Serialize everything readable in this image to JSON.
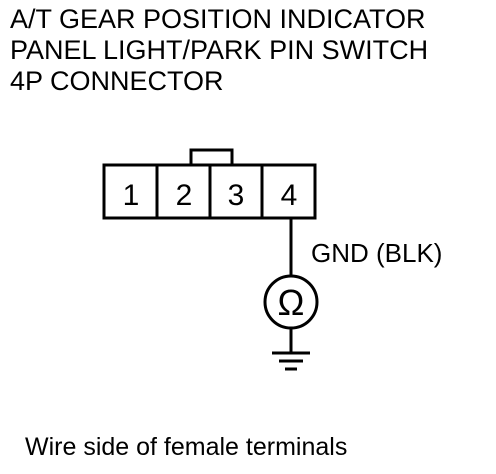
{
  "title": {
    "line1": "A/T GEAR POSITION INDICATOR",
    "line2": "PANEL LIGHT/PARK PIN SWITCH",
    "line3": "4P CONNECTOR"
  },
  "connector": {
    "terminals": [
      "1",
      "2",
      "3",
      "4"
    ]
  },
  "labels": {
    "ground_wire": "GND (BLK)",
    "ohmmeter_symbol": "Ω"
  },
  "caption": "Wire side of female terminals",
  "colors": {
    "line": "#000000",
    "background": "#ffffff"
  }
}
